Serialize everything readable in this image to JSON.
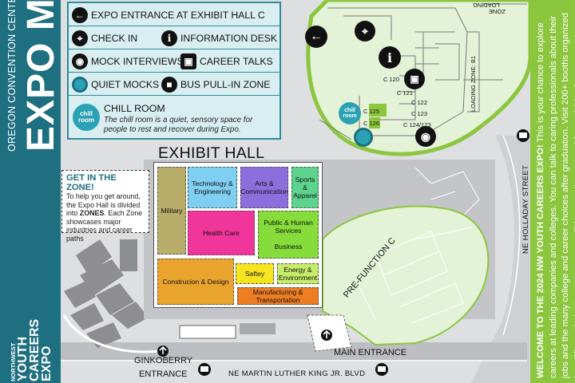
{
  "sidebar": {
    "title": "EXPO MAP",
    "subtitle": "OREGON CONVENTION CENTER",
    "logo": {
      "top": "NORTHWEST",
      "line1": "YOUTH",
      "line2": "CAREERS",
      "line3": "EXPO"
    }
  },
  "legend": {
    "entrance": "EXPO ENTRANCE AT EXHIBIT HALL C",
    "check_in": "CHECK IN",
    "info_desk": "INFORMATION DESK",
    "mock_interviews": "MOCK INTERVIEWS",
    "career_talks": "CAREER TALKS",
    "quiet_mocks": "QUIET MOCKS",
    "bus_zone": "BUS PULL-IN ZONE",
    "chill_icon": "chill room",
    "chill_title": "CHILL ROOM",
    "chill_desc": "The chill room is a quiet, sensory space for people to rest and recover during Expo."
  },
  "hall": {
    "title": "EXHIBIT HALL",
    "zones": {
      "military": "Military",
      "tech": "Technology & Engineering",
      "arts": "Arts & Communication",
      "sports": "Sports & Apparel",
      "health": "Health Care",
      "public": "Public & Human Services",
      "business": "Business",
      "construction": "Construcion & Design",
      "safety": "Saftey",
      "energy": "Energy & Environment",
      "manufacturing": "Manufacturing & Transportation"
    }
  },
  "get_zone": {
    "heading": "GET IN THE ZONE!",
    "body_pre": "To help you get around, the Expo Hall is divided into ",
    "body_bold": "ZONES",
    "body_post": ". Each Zone showcases major industries and career paths"
  },
  "labels": {
    "main_entrance": "MAIN ENTRANCE",
    "ginkoberry": "GINKOBERRY",
    "entrance": "ENTRANCE",
    "mlk": "NE MARTIN LUTHER KING JR. BLVD",
    "holladay": "NE HOLLADAY STREET",
    "prefunction": "PRE-FUNCTION C"
  },
  "zoom": {
    "rooms": [
      "C 120",
      "C 121",
      "C 122",
      "C 123",
      "C 124/123",
      "C 125",
      "C 126"
    ],
    "chill": "chill room",
    "loading": "LOADING ZONE: B1",
    "zone_upside": "ZONE",
    "loading_upside": "LOADING"
  },
  "welcome": {
    "bold": "WELCOME TO THE 2024 NW YOUTH CAREERS EXPO!",
    "text": " This is your chance to explore careers at leading companies and colleges. You can talk to caring professionals about their jobs and the many college and career choices after graduation. Visit 200+ booths organized into different industry zones; many will have equipment and fun activities for you to try!"
  },
  "colors": {
    "teal": "#1e6f80",
    "green": "#8cc63f",
    "legend_bg": "#d9eef1",
    "military": "#b9ad6b",
    "tech": "#7fcff2",
    "arts": "#8c6fdc",
    "sports": "#5ed38e",
    "health": "#f0359b",
    "public": "#86dc3a",
    "construction": "#e9a42e",
    "safety": "#f6e41f",
    "energy": "#c7ec6a",
    "manufacturing": "#ee7d22"
  },
  "icons": [
    "arrow-left-icon",
    "pin-icon",
    "info-icon",
    "chat-icon",
    "presentation-icon",
    "bus-icon",
    "restroom-icon",
    "arrow-up-icon"
  ]
}
